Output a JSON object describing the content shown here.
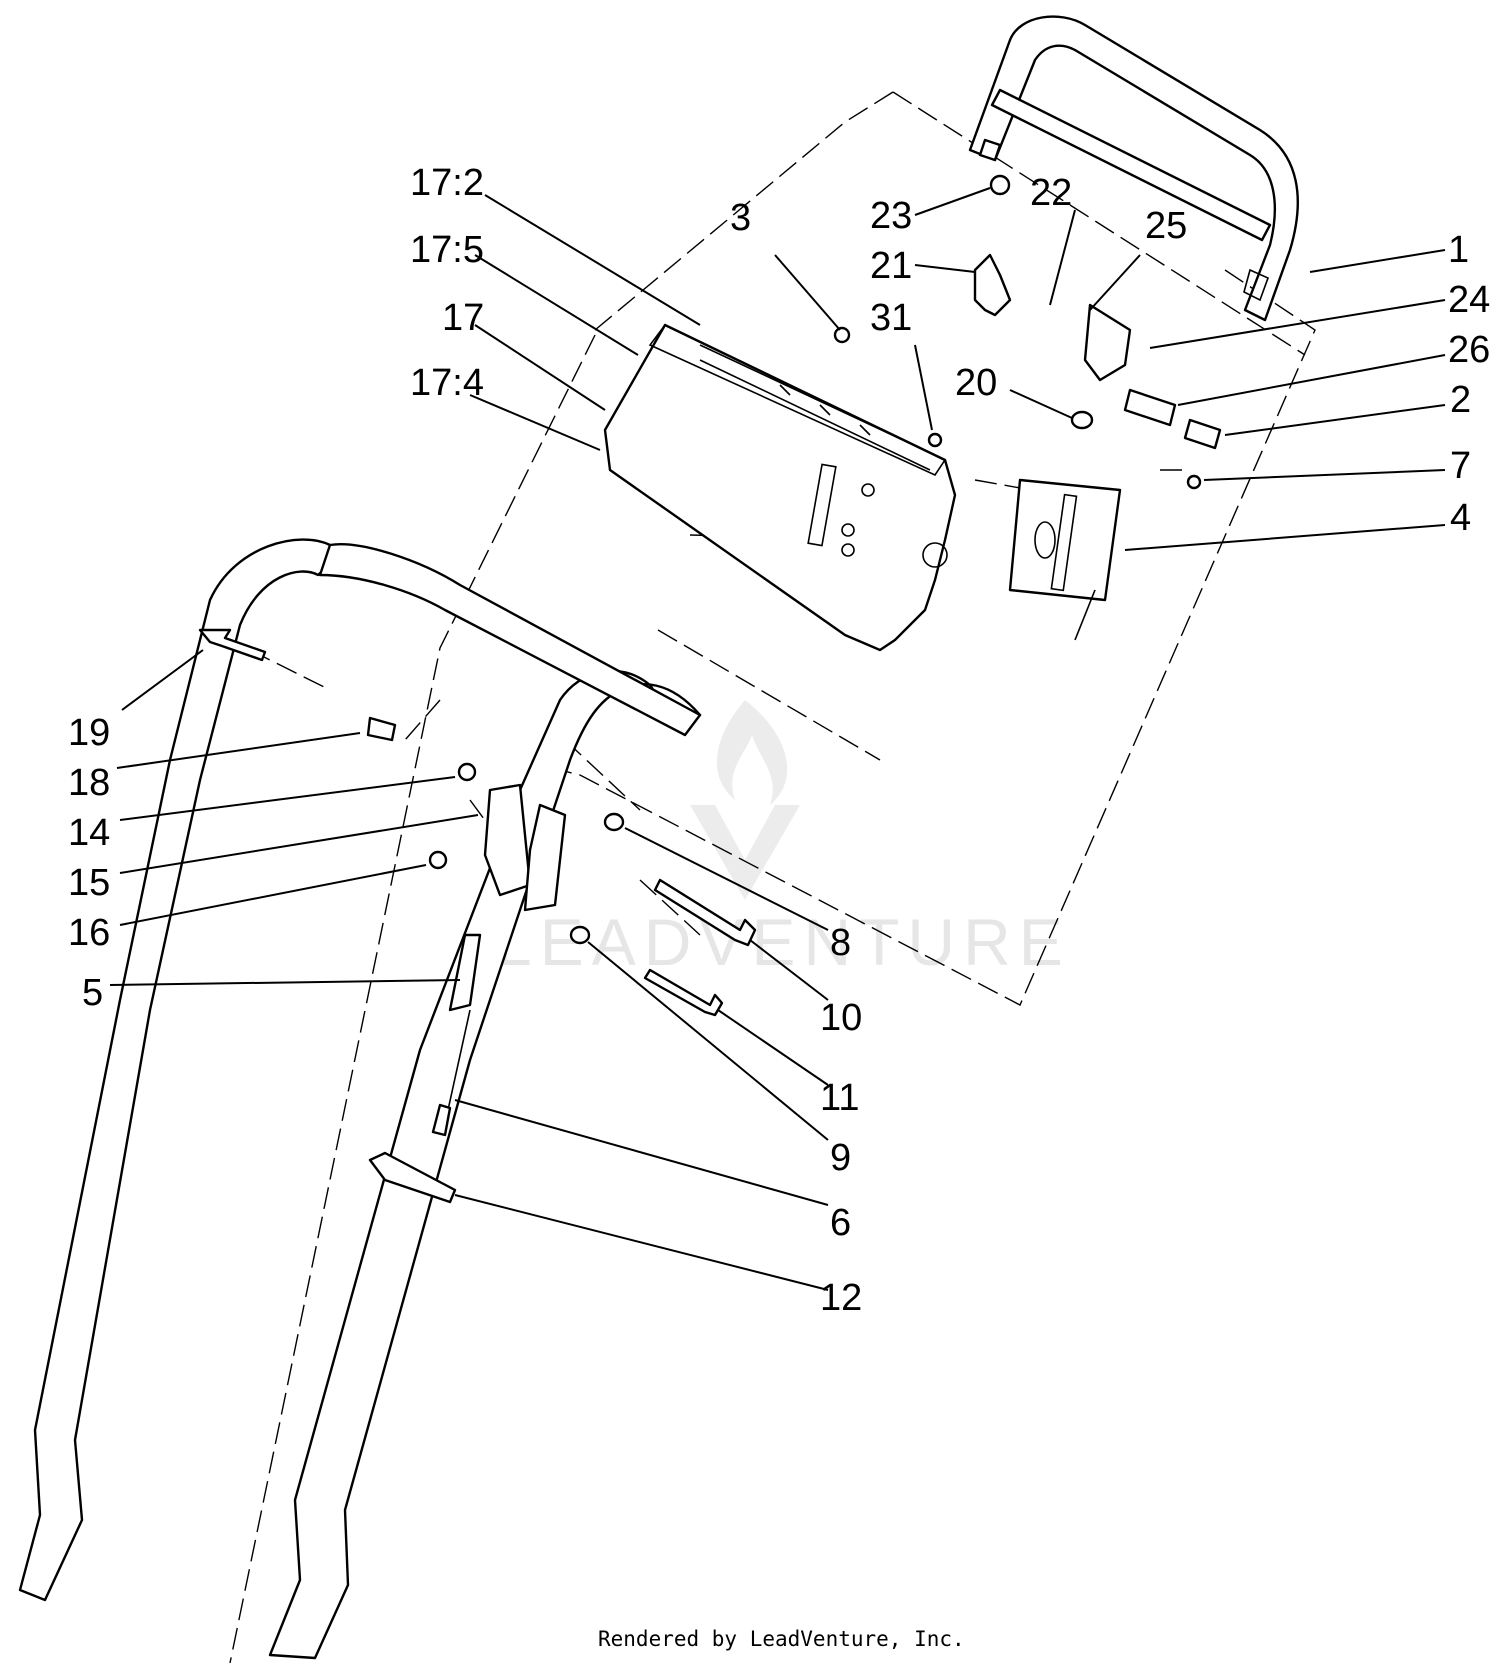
{
  "diagram": {
    "callouts": [
      {
        "id": "17:2",
        "text": "17:2"
      },
      {
        "id": "17:5",
        "text": "17:5"
      },
      {
        "id": "17",
        "text": "17"
      },
      {
        "id": "17:4",
        "text": "17:4"
      },
      {
        "id": "3",
        "text": "3"
      },
      {
        "id": "23",
        "text": "23"
      },
      {
        "id": "22",
        "text": "22"
      },
      {
        "id": "25",
        "text": "25"
      },
      {
        "id": "21",
        "text": "21"
      },
      {
        "id": "31",
        "text": "31"
      },
      {
        "id": "20",
        "text": "20"
      },
      {
        "id": "1",
        "text": "1"
      },
      {
        "id": "24",
        "text": "24"
      },
      {
        "id": "26",
        "text": "26"
      },
      {
        "id": "2",
        "text": "2"
      },
      {
        "id": "7",
        "text": "7"
      },
      {
        "id": "4",
        "text": "4"
      },
      {
        "id": "19",
        "text": "19"
      },
      {
        "id": "18",
        "text": "18"
      },
      {
        "id": "14",
        "text": "14"
      },
      {
        "id": "15",
        "text": "15"
      },
      {
        "id": "16",
        "text": "16"
      },
      {
        "id": "5",
        "text": "5"
      },
      {
        "id": "8",
        "text": "8"
      },
      {
        "id": "10",
        "text": "10"
      },
      {
        "id": "11",
        "text": "11"
      },
      {
        "id": "9",
        "text": "9"
      },
      {
        "id": "6",
        "text": "6"
      },
      {
        "id": "12",
        "text": "12"
      }
    ],
    "watermark": "LEADVENTURE",
    "footer": "Rendered by LeadVenture, Inc."
  }
}
